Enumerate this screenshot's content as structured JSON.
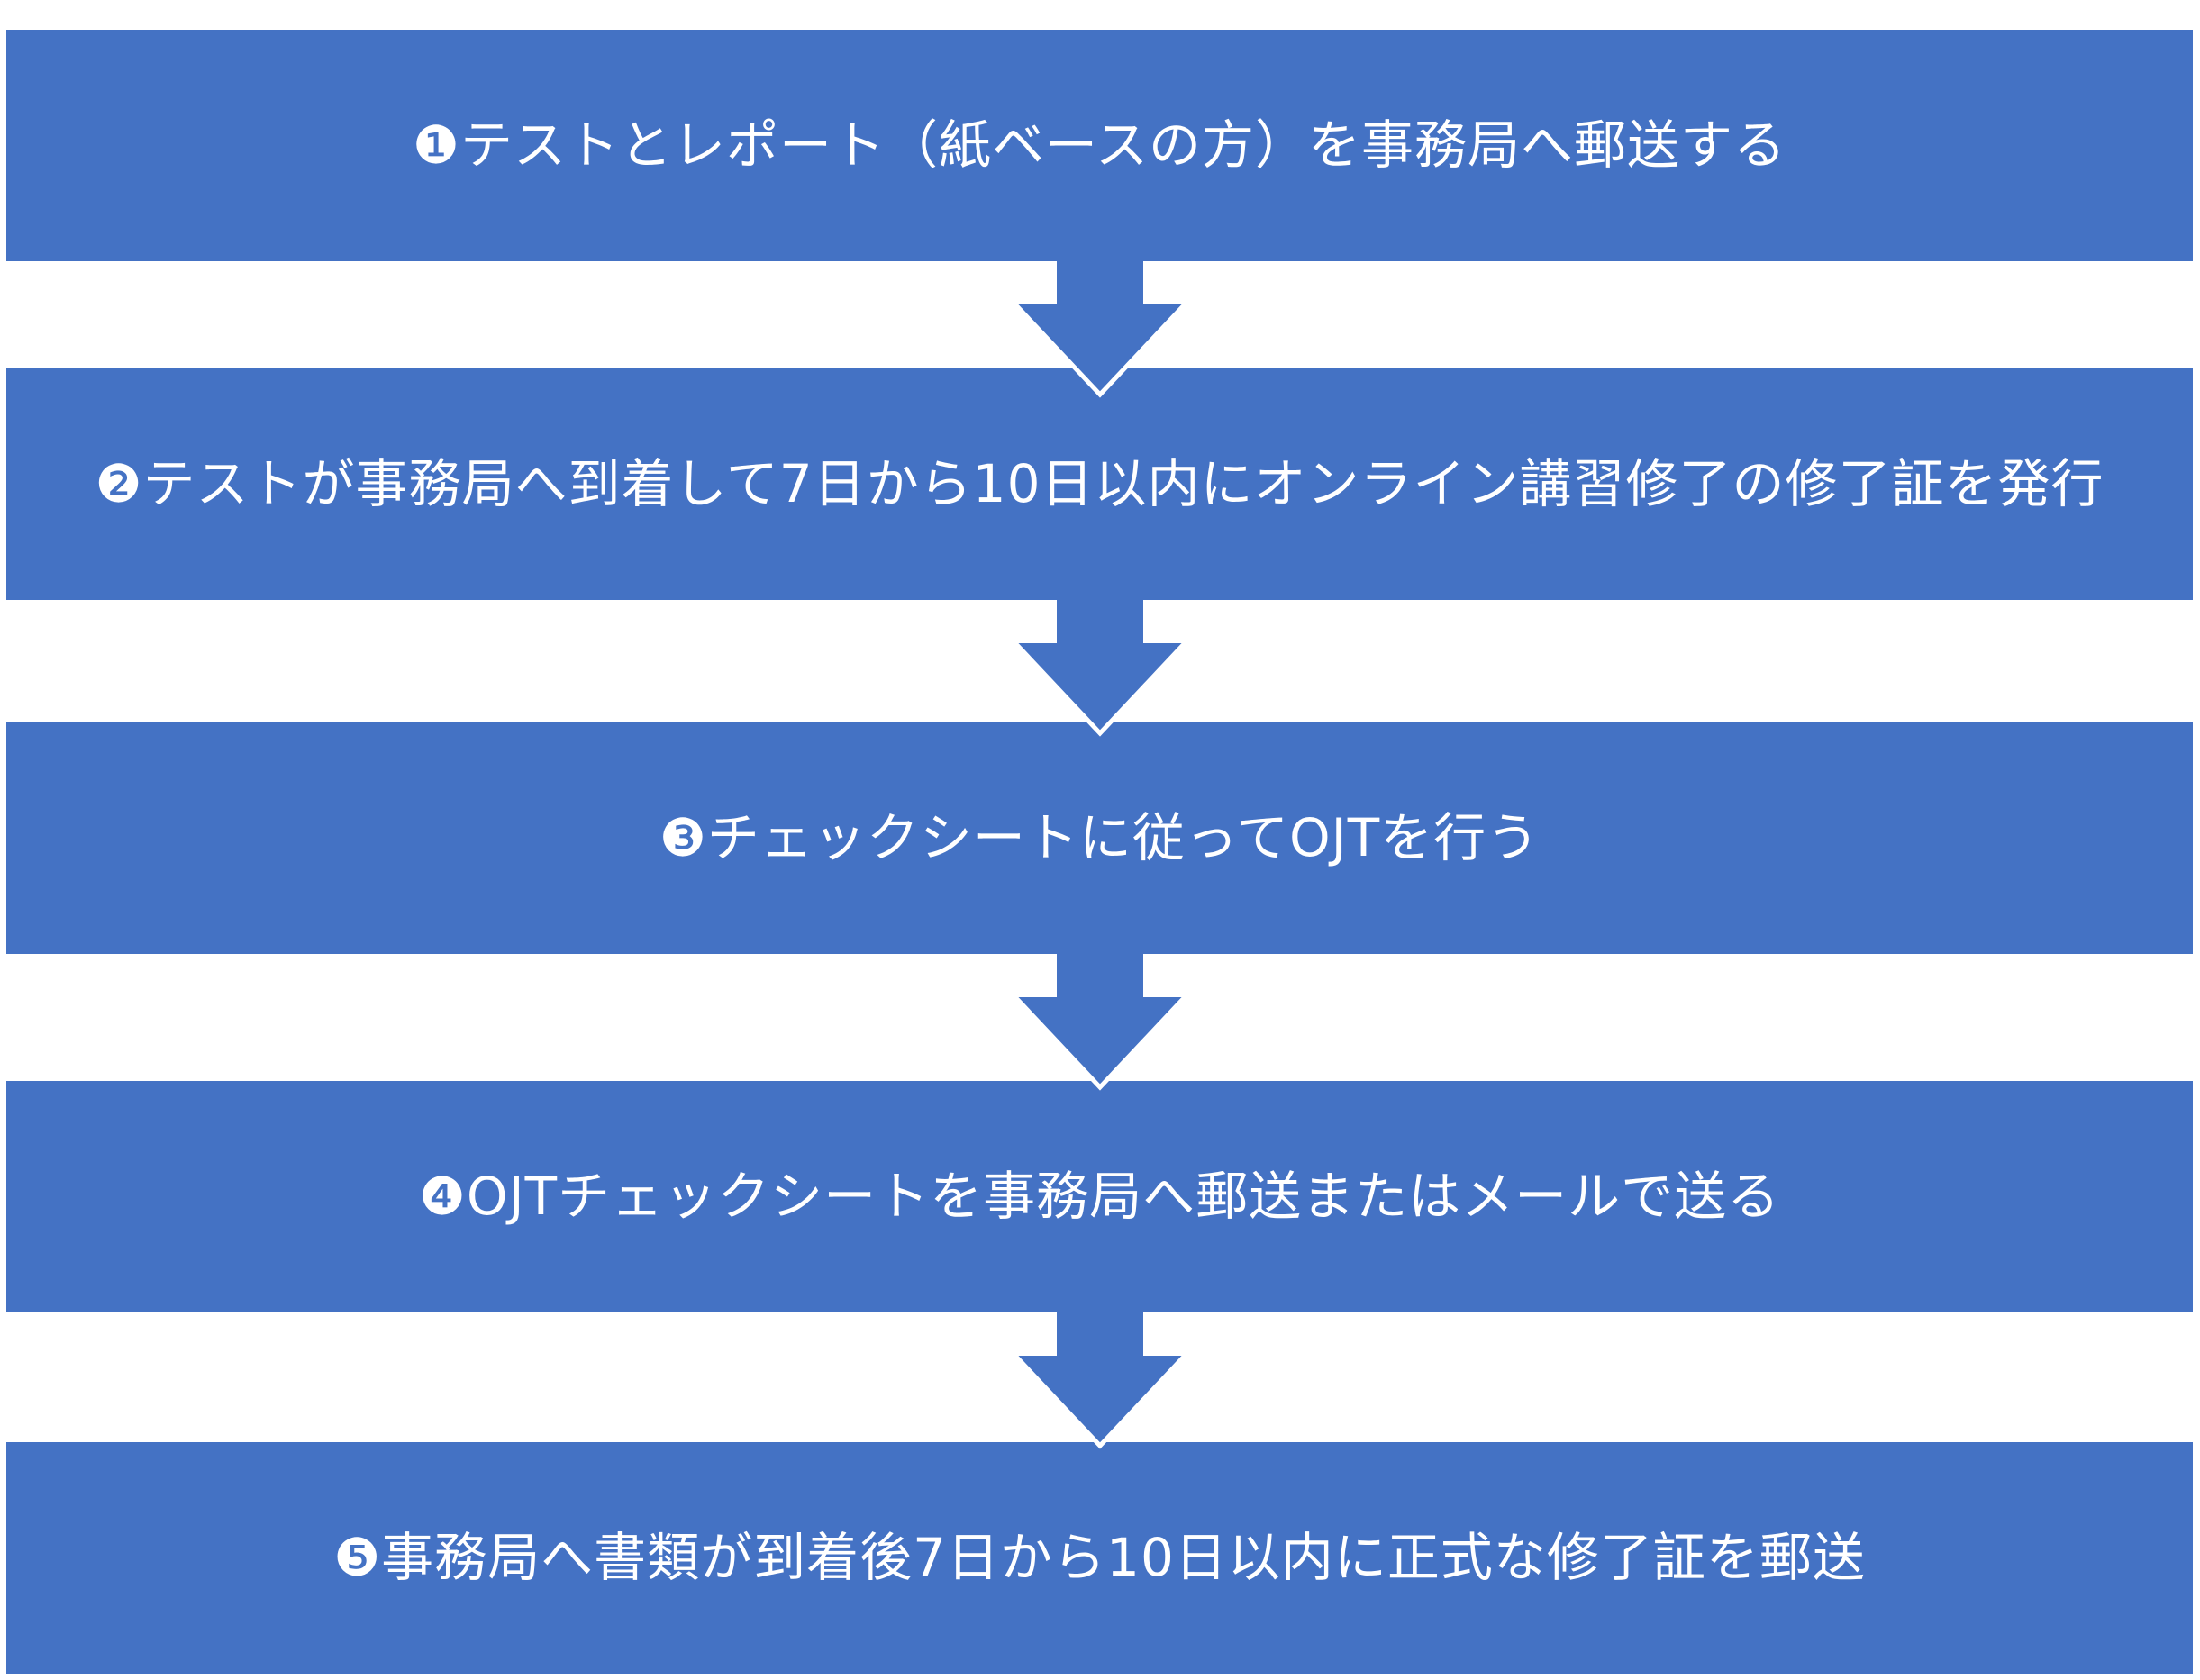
{
  "diagram": {
    "type": "vertical-process-flow",
    "background_color": "#ffffff",
    "step_bar_color": "#4472c4",
    "arrow_color": "#4472c4",
    "text_color": "#ffffff",
    "steps": [
      {
        "number": "❶",
        "label": "テストとレポート（紙ベースの方）を事務局へ郵送する"
      },
      {
        "number": "❷",
        "label": "テストが事務局へ到着して7日から10日以内にオンライン講習修了の修了証を発行"
      },
      {
        "number": "❸",
        "label": "チェックシートに従ってOJTを行う"
      },
      {
        "number": "❹",
        "label": "OJTチェックシートを事務局へ郵送またはメールで送る"
      },
      {
        "number": "❺",
        "label": "事務局へ書類が到着後7日から10日以内に正式な修了証を郵送"
      }
    ]
  }
}
